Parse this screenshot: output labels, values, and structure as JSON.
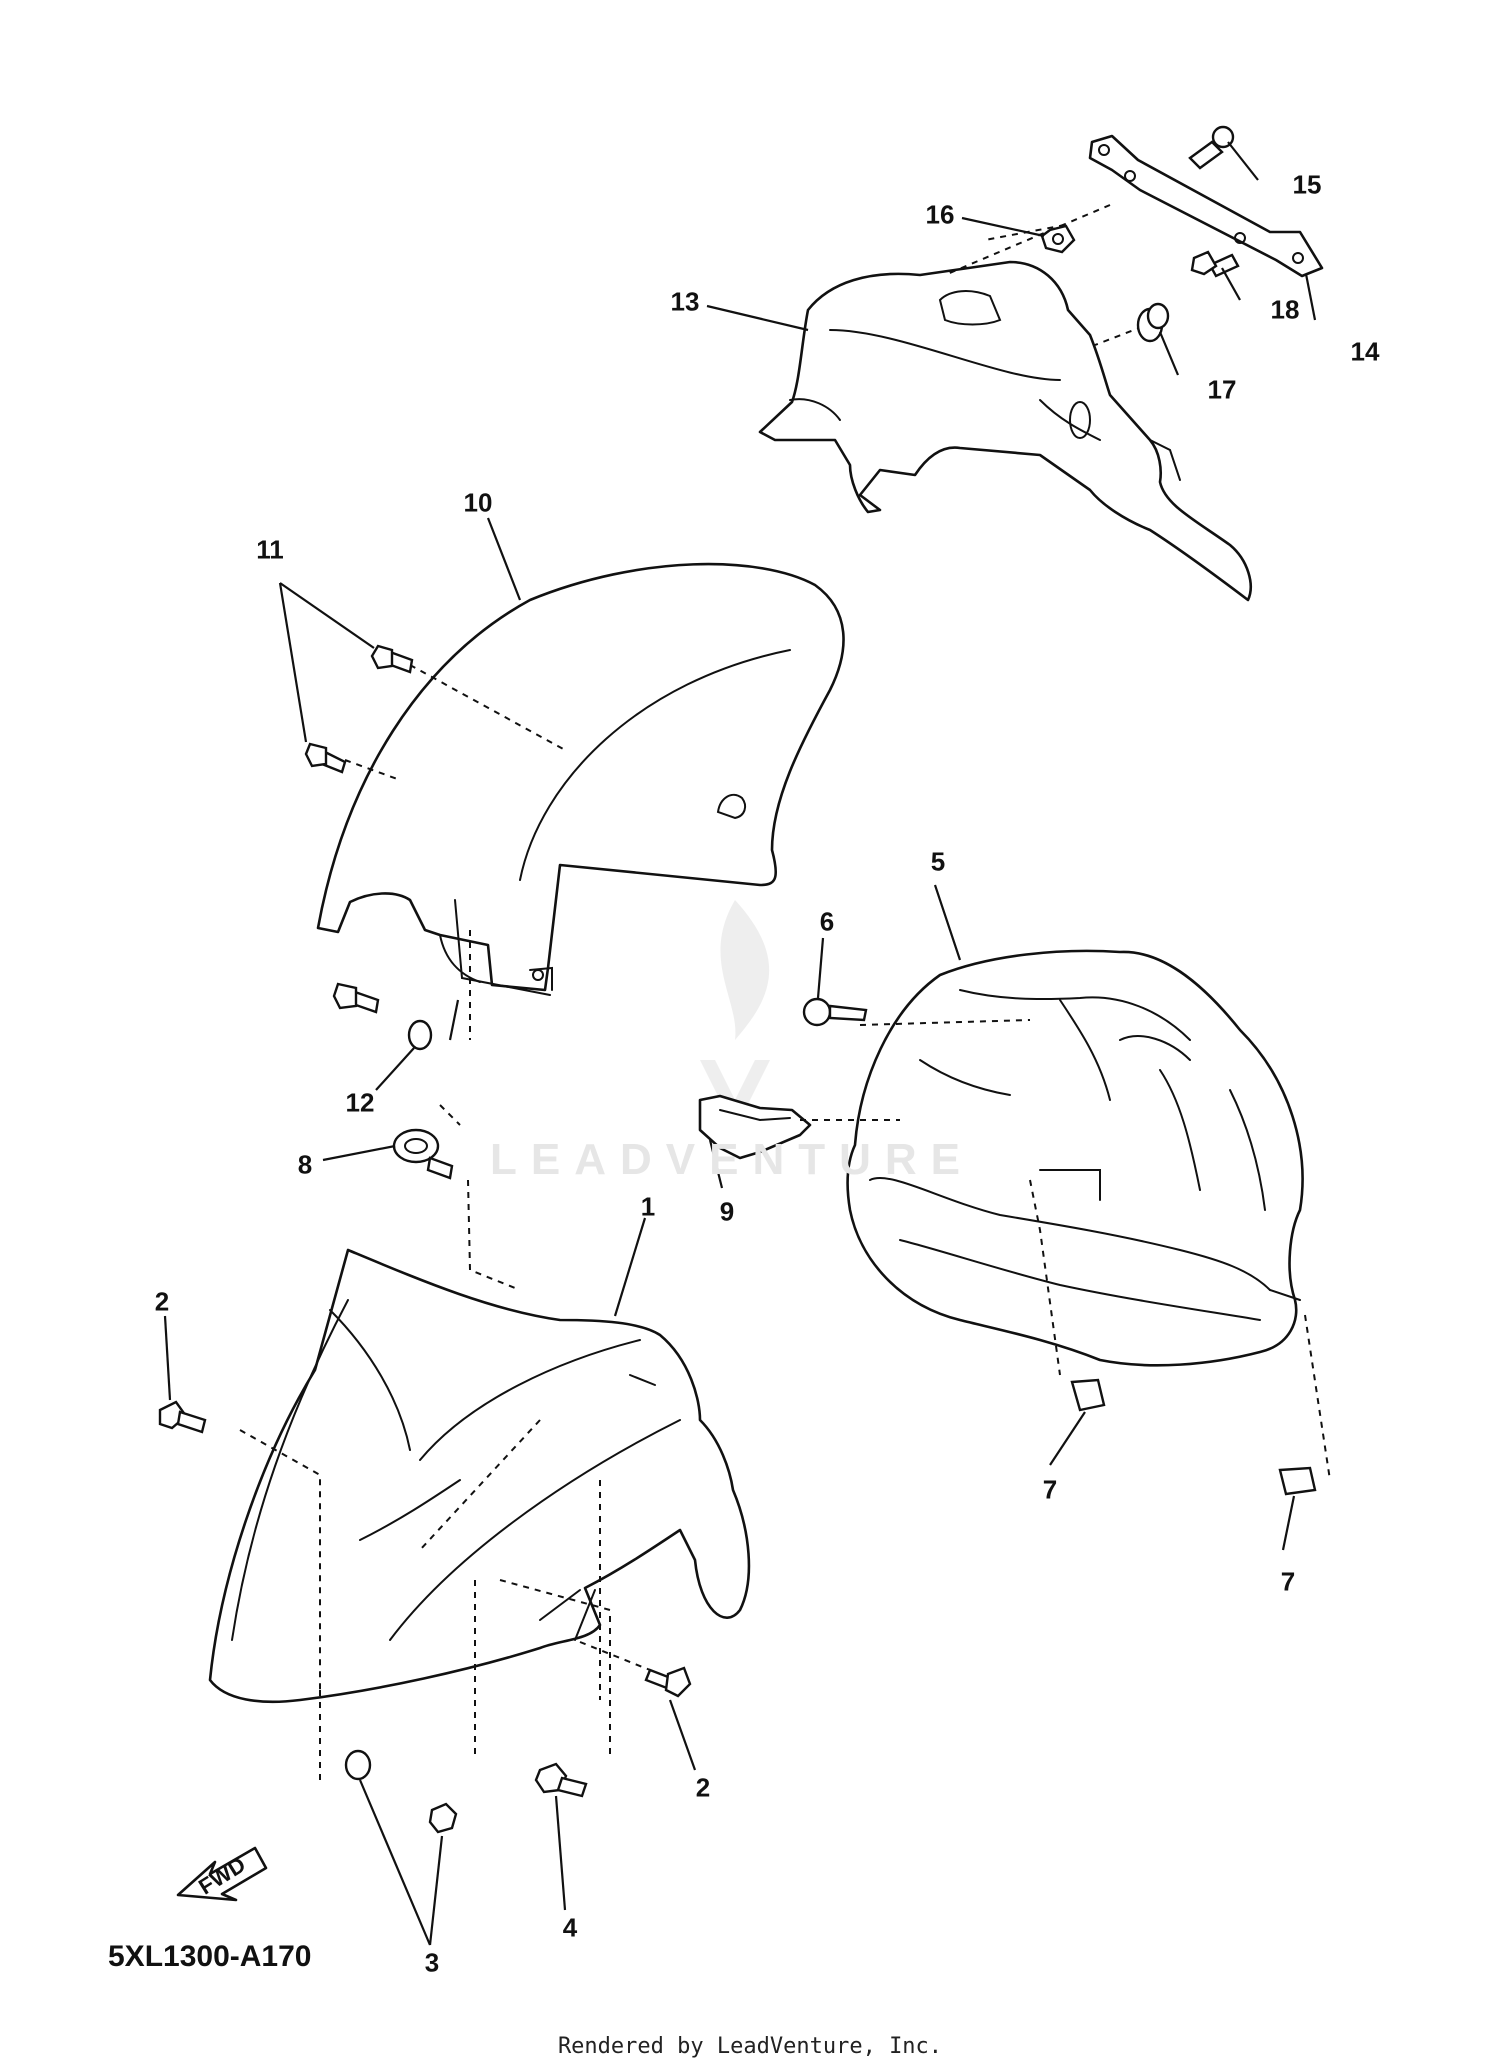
{
  "diagram": {
    "code": "5XL1300-A170",
    "footer": "Rendered by LeadVenture, Inc.",
    "watermark": "LEADVENTURE",
    "fwd_label": "FWD"
  },
  "callouts": [
    {
      "id": "c1",
      "text": "1"
    },
    {
      "id": "c2a",
      "text": "2"
    },
    {
      "id": "c2b",
      "text": "2"
    },
    {
      "id": "c3",
      "text": "3"
    },
    {
      "id": "c4",
      "text": "4"
    },
    {
      "id": "c5",
      "text": "5"
    },
    {
      "id": "c6",
      "text": "6"
    },
    {
      "id": "c7a",
      "text": "7"
    },
    {
      "id": "c7b",
      "text": "7"
    },
    {
      "id": "c8",
      "text": "8"
    },
    {
      "id": "c9",
      "text": "9"
    },
    {
      "id": "c10",
      "text": "10"
    },
    {
      "id": "c11",
      "text": "11"
    },
    {
      "id": "c12",
      "text": "12"
    },
    {
      "id": "c13",
      "text": "13"
    },
    {
      "id": "c14",
      "text": "14"
    },
    {
      "id": "c15",
      "text": "15"
    },
    {
      "id": "c16",
      "text": "16"
    },
    {
      "id": "c17",
      "text": "17"
    },
    {
      "id": "c18",
      "text": "18"
    }
  ]
}
